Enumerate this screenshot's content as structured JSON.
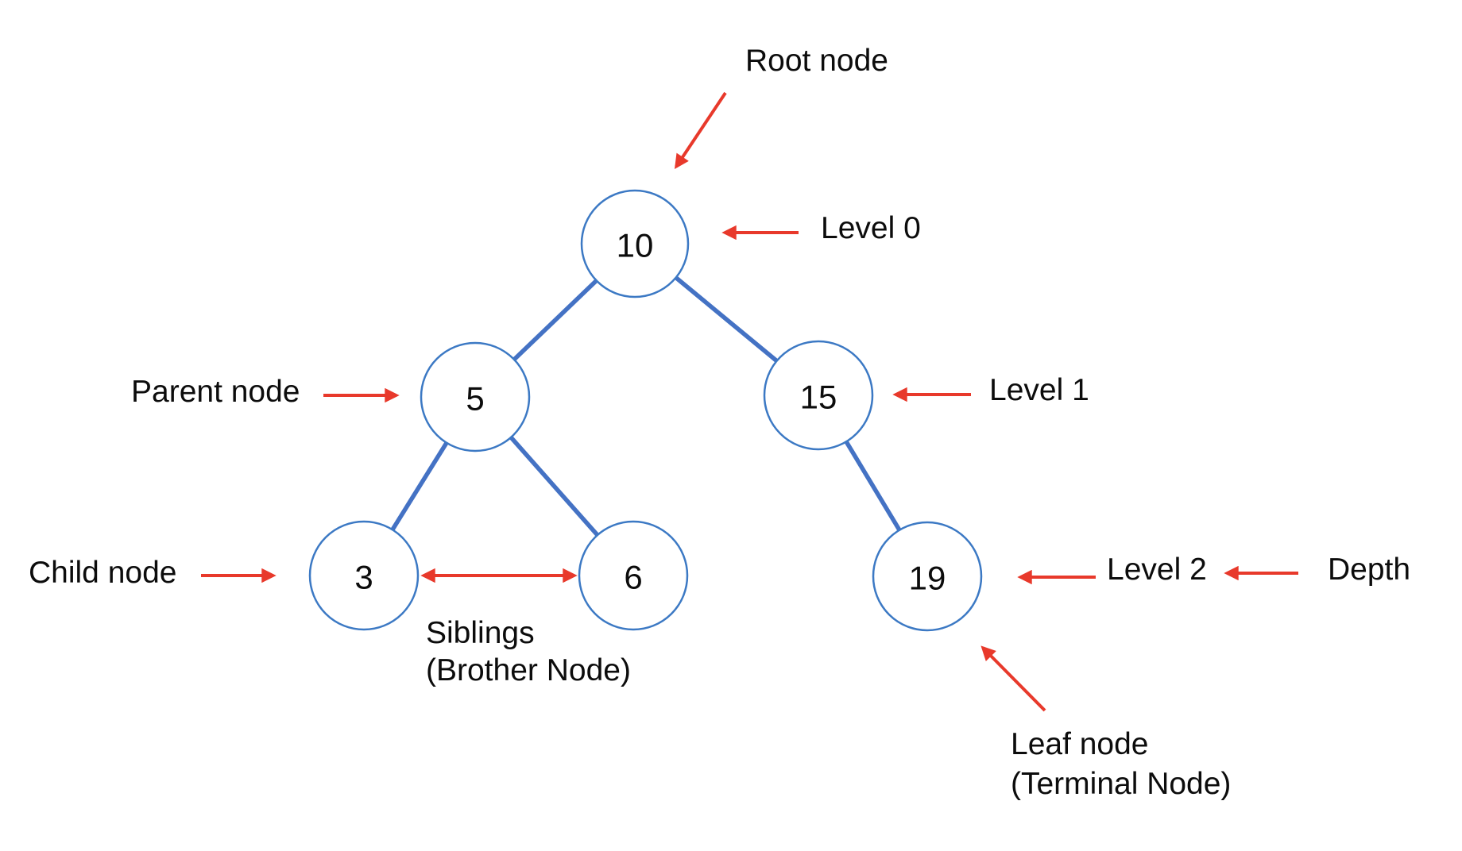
{
  "diagram": {
    "type": "binary-tree-terminology",
    "nodes": [
      {
        "value": "10",
        "level": 0
      },
      {
        "value": "5",
        "level": 1
      },
      {
        "value": "15",
        "level": 1
      },
      {
        "value": "3",
        "level": 2
      },
      {
        "value": "6",
        "level": 2
      },
      {
        "value": "19",
        "level": 2
      }
    ],
    "edges": [
      [
        "10",
        "5"
      ],
      [
        "10",
        "15"
      ],
      [
        "5",
        "3"
      ],
      [
        "5",
        "6"
      ],
      [
        "15",
        "19"
      ]
    ]
  },
  "labels": {
    "root": "Root node",
    "level0": "Level 0",
    "parent": "Parent node",
    "level1": "Level 1",
    "child": "Child node",
    "siblings_line1": "Siblings",
    "siblings_line2": "(Brother Node)",
    "level2": "Level 2",
    "depth": "Depth",
    "leaf_line1": "Leaf node",
    "leaf_line2": "(Terminal Node)"
  },
  "colors": {
    "edge": "#4472C4",
    "node_stroke": "#3C79C4",
    "arrow": "#E8392B",
    "text": "#0C0C0C",
    "background": "#FFFFFF"
  }
}
